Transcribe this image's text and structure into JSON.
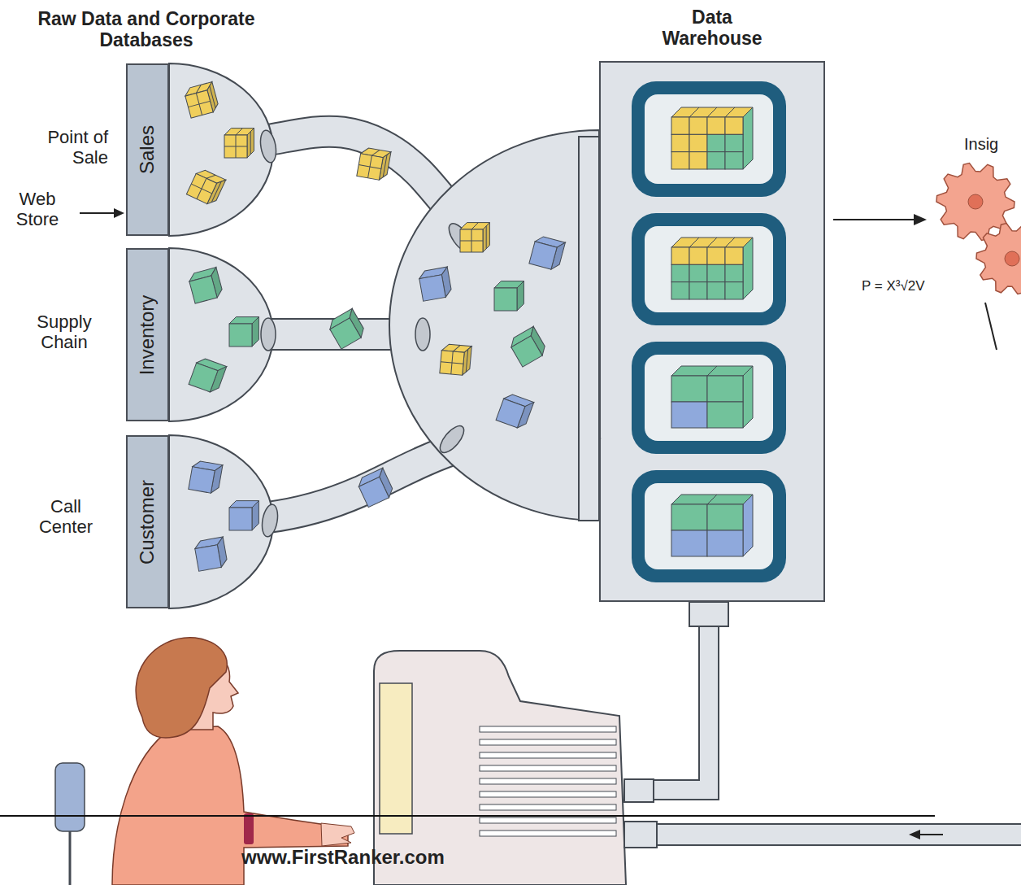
{
  "diagram": {
    "nodes": [
      {
        "text": [
          "Sales"
        ]
      },
      {
        "text": [
          "Inventory"
        ]
      },
      {
        "text": [
          "Customer"
        ]
      },
      {
        "text": [
          "Data Warehouse"
        ]
      }
    ],
    "edges": [
      {
        "from": 0,
        "to": 3,
        "arrow": "none"
      },
      {
        "from": 1,
        "to": 3,
        "arrow": "none"
      },
      {
        "from": 2,
        "to": 3,
        "arrow": "none"
      }
    ],
    "labels": [
      "Raw Data and Corporate Databases",
      "Point of Sale",
      "Web Store",
      "Supply Chain",
      "Call Center",
      "Insig",
      "P = X³√2V",
      "www.FirstRanker.com"
    ]
  }
}
